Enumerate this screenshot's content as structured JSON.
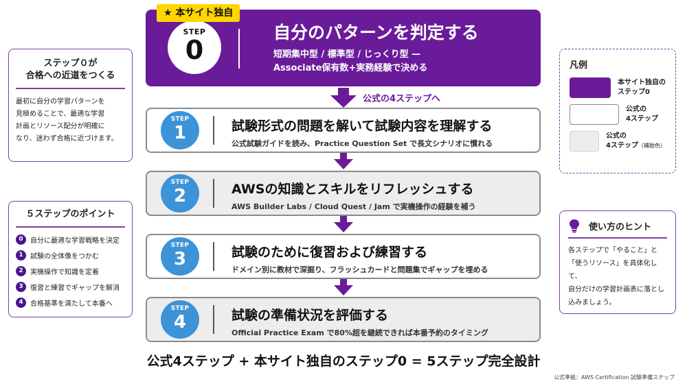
{
  "colors": {
    "brand_purple": "#6a1b9a",
    "step_blue": "#3d93d8",
    "badge_yellow": "#ffd600",
    "gray_box": "#ededed",
    "border_gray": "#8a8a8a"
  },
  "badge": {
    "icon": "star-icon",
    "text": "★ 本サイト独自"
  },
  "step0": {
    "label": "STEP",
    "number": "0",
    "title": "自分のパターンを判定する",
    "sub1": "短期集中型 / 標準型 / じっくり型 —",
    "sub2": "Associate保有数+実務経験で決める"
  },
  "arrow_label": "公式の4ステップへ",
  "steps": [
    {
      "label": "STEP",
      "number": "1",
      "title": "試験形式の問題を解いて試験内容を理解する",
      "desc": "公式試験ガイドを読み、Practice Question Set で長文シナリオに慣れる"
    },
    {
      "label": "STEP",
      "number": "2",
      "title": "AWSの知識とスキルをリフレッシュする",
      "desc": "AWS Builder Labs / Cloud Quest / Jam で実機操作の経験を補う"
    },
    {
      "label": "STEP",
      "number": "3",
      "title": "試験のために復習および練習する",
      "desc": "ドメイン別に教材で深掘り、フラッシュカードと問題集でギャップを埋める"
    },
    {
      "label": "STEP",
      "number": "4",
      "title": "試験の準備状況を評価する",
      "desc": "Official Practice Exam で80%超を継続できれば本番予約のタイミング"
    }
  ],
  "left_card1": {
    "title1": "ステップ０が",
    "title2": "合格への近道をつくる",
    "body": [
      "最初に自分の学習パターンを",
      "見極めることで、最適な学習",
      "計画とリソース配分が明確に",
      "なり、迷わず合格に近づけます。"
    ]
  },
  "left_card2": {
    "title": "５ステップのポイント",
    "points": [
      {
        "num": "0",
        "text": "自分に最適な学習戦略を決定"
      },
      {
        "num": "1",
        "text": "試験の全体像をつかむ"
      },
      {
        "num": "2",
        "text": "実機操作で知識を定着"
      },
      {
        "num": "3",
        "text": "復習と練習でギャップを解消"
      },
      {
        "num": "4",
        "text": "合格基準を満たして本番へ"
      }
    ]
  },
  "legend": {
    "title": "凡例",
    "items": [
      {
        "line1": "本サイト独自の",
        "line2": "ステップ0",
        "note": "",
        "color": "#6a1b9a"
      },
      {
        "line1": "公式の",
        "line2": "4ステップ",
        "note": "",
        "color": "#ffffff"
      },
      {
        "line1": "公式の",
        "line2": "4ステップ",
        "note": "（補助色）",
        "color": "#ededed"
      }
    ]
  },
  "hint": {
    "icon": "lightbulb-icon",
    "title": "使い方のヒント",
    "body": [
      "各ステップで「やること」と",
      "「使うリソース」を具体化して、",
      "自分だけの学習計画表に落とし",
      "込みましょう。"
    ]
  },
  "bottom": "公式4ステップ + 本サイト独自のステップ0 = 5ステップ完全設計",
  "source": "公式準拠：AWS Certification 試験準備ステップ"
}
